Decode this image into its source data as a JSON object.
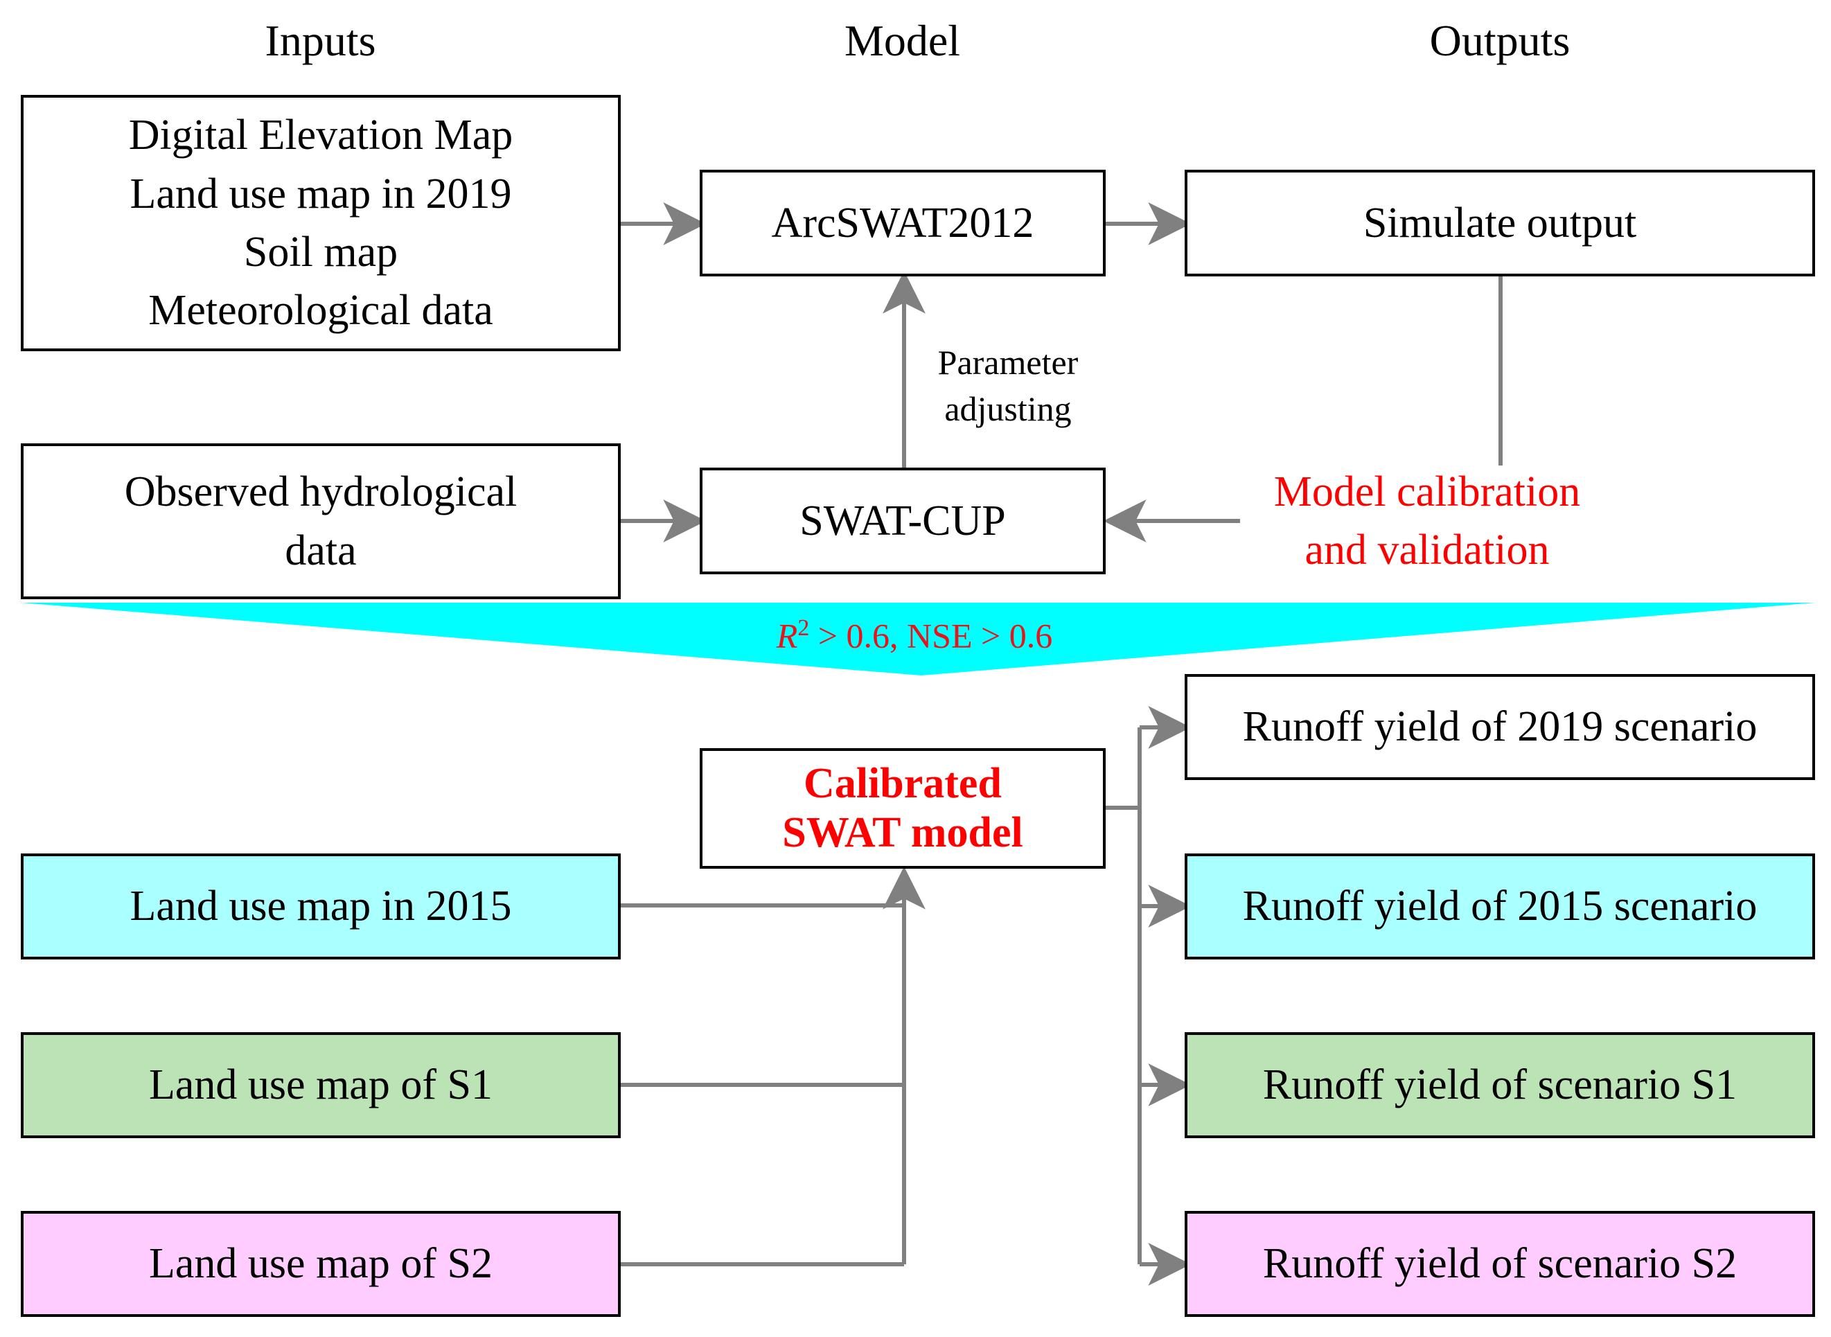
{
  "headings": {
    "inputs": "Inputs",
    "model": "Model",
    "outputs": "Outputs"
  },
  "inputs_box": {
    "lines": [
      "Digital Elevation Map",
      "Land use map in 2019",
      "Soil map",
      "Meteorological data"
    ]
  },
  "observed_box": {
    "lines": [
      "Observed hydrological",
      "data"
    ]
  },
  "arcswat_box": {
    "label": "ArcSWAT2012"
  },
  "swatcup_box": {
    "label": "SWAT-CUP"
  },
  "simulate_box": {
    "label": "Simulate output"
  },
  "parameter_note": {
    "lines": [
      "Parameter",
      "adjusting"
    ]
  },
  "calibration_note": {
    "lines": [
      "Model calibration",
      "and validation"
    ]
  },
  "criteria": {
    "r_symbol": "R",
    "r_exponent": "2",
    "rest": " > 0.6, NSE > 0.6"
  },
  "calibrated_box": {
    "lines": [
      "Calibrated",
      "SWAT model"
    ]
  },
  "scenario_inputs": [
    {
      "label": "Land use map in 2015"
    },
    {
      "label": "Land use map of S1"
    },
    {
      "label": "Land use map of S2"
    }
  ],
  "scenario_outputs": [
    {
      "label": "Runoff yield of 2019 scenario"
    },
    {
      "label": "Runoff yield of 2015 scenario"
    },
    {
      "label": "Runoff yield of scenario S1"
    },
    {
      "label": "Runoff yield of scenario S2"
    }
  ],
  "colors": {
    "cyan": "#aaffff",
    "green": "#bbe3b5",
    "pink": "#ffccff",
    "banner": "#00ffff",
    "connector": "#808080",
    "highlight_text": "#ff0000"
  }
}
